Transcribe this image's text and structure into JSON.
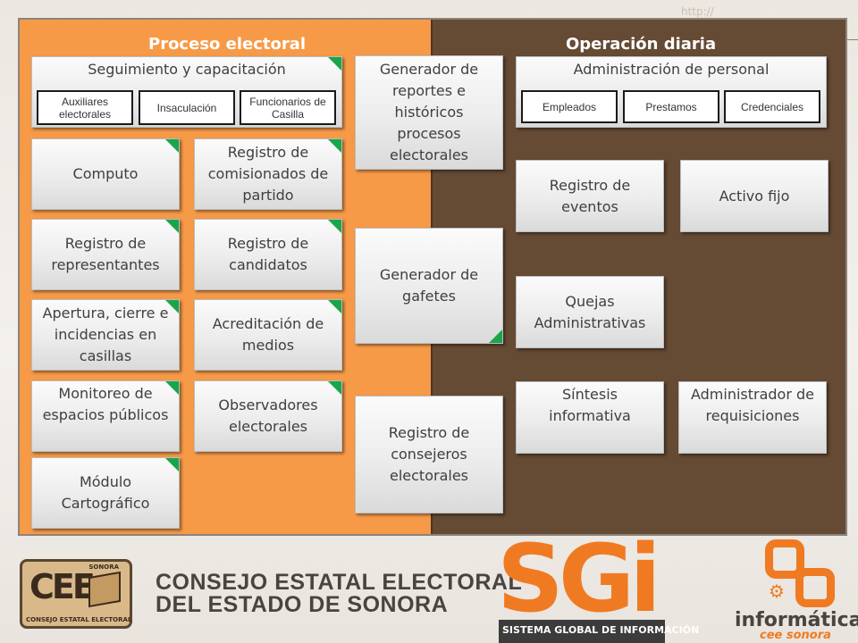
{
  "url_fragment": "http://",
  "colors": {
    "left_panel": "#f69a48",
    "right_panel": "#654a34",
    "marker": "#19a64a",
    "brand_orange": "#f07a22"
  },
  "left_section": {
    "title": "Proceso electoral",
    "seguimiento": {
      "label": "Seguimiento y capacitación",
      "buttons": [
        "Auxiliares electorales",
        "Insaculación",
        "Funcionarios de Casilla"
      ]
    },
    "modules": [
      "Computo",
      "Registro de comisionados de partido",
      "Registro de representantes",
      "Registro de candidatos",
      "Apertura, cierre e incidencias en casillas",
      "Acreditación de medios",
      "Monitoreo de espacios públicos",
      "Observadores electorales",
      "Módulo Cartográfico"
    ]
  },
  "center_modules": [
    "Generador de reportes e históricos procesos electorales",
    "Generador de gafetes",
    "Registro de consejeros electorales"
  ],
  "right_section": {
    "title": "Operación diaria",
    "administracion": {
      "label": "Administración de personal",
      "buttons": [
        "Empleados",
        "Prestamos",
        "Credenciales"
      ]
    },
    "modules": [
      "Registro de eventos",
      "Activo fijo",
      "Quejas Administrativas",
      "Síntesis informativa",
      "Administrador de requisiciones"
    ]
  },
  "footer": {
    "cee_logo": {
      "letters": "CEE",
      "sonora": "SONORA",
      "caption": "CONSEJO ESTATAL ELECTORAL"
    },
    "org_name_line1": "CONSEJO ESTATAL ELECTORAL",
    "org_name_line2": "DEL ESTADO DE SONORA",
    "sgi_letters": "SGi",
    "sgi_caption": "SISTEMA GLOBAL DE INFORMACIÓN",
    "informatica_word": "informática",
    "informatica_sub": "cee sonora"
  }
}
